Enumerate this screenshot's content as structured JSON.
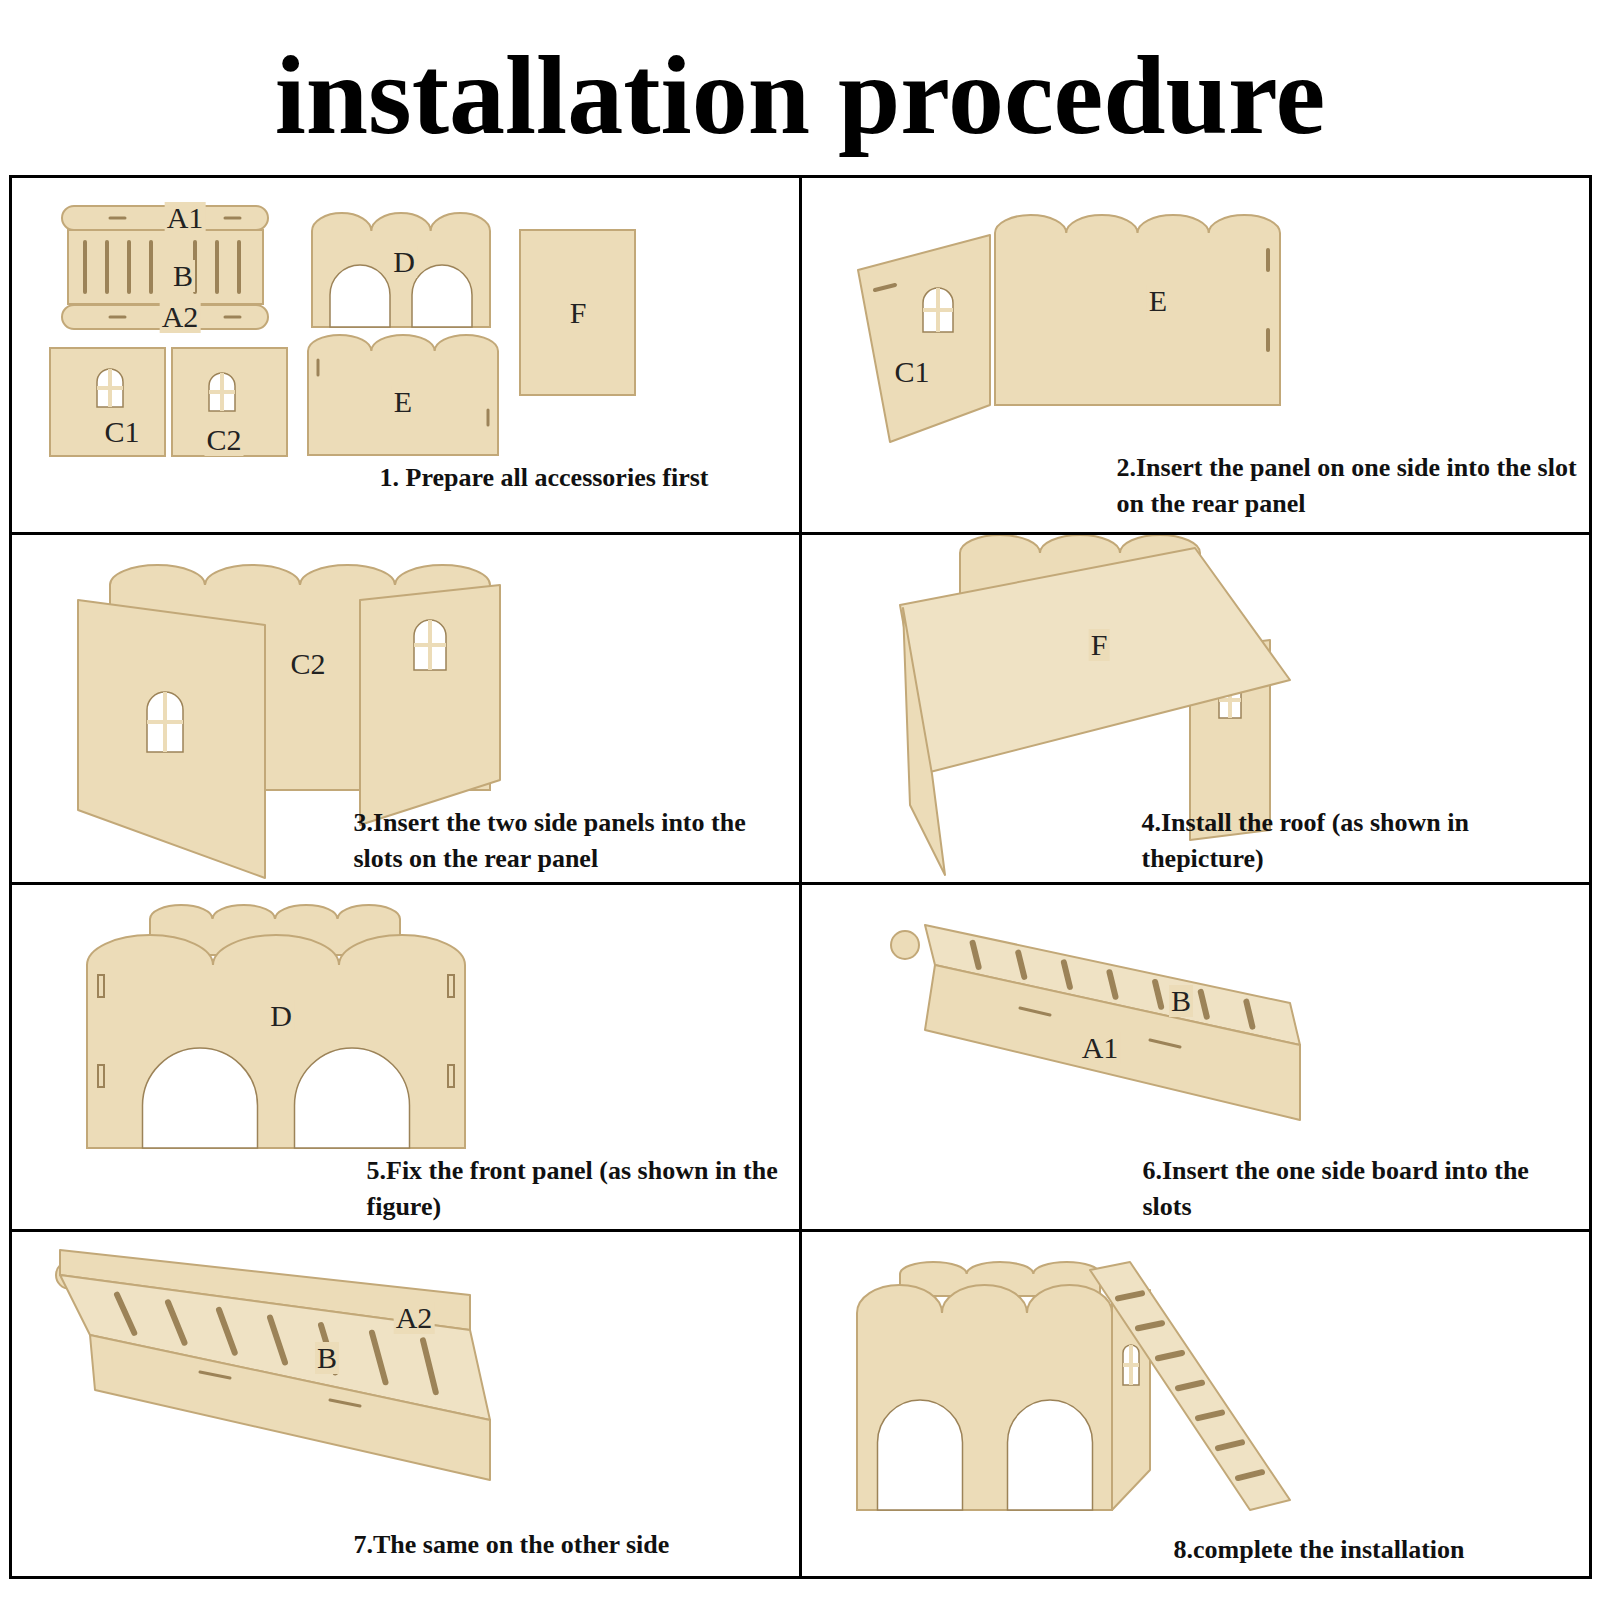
{
  "diagram": {
    "title": "installation procedure",
    "nodes": [
      {
        "text": [
          "1. Prepare all accessories first"
        ]
      },
      {
        "text": [
          "2.Insert the panel on one side into the slot on the rear panel"
        ]
      },
      {
        "text": [
          "3.Insert the two side panels into the slots on the rear panel"
        ]
      },
      {
        "text": [
          "4.Install the roof (as shown in thepicture)"
        ]
      },
      {
        "text": [
          "5.Fix the front panel (as shown in the figure)"
        ]
      },
      {
        "text": [
          "6.Insert the one side board into the slots"
        ]
      },
      {
        "text": [
          "7.The same on the other side"
        ]
      },
      {
        "text": [
          "8.complete the installation"
        ]
      }
    ],
    "labels": [
      "A1",
      "B",
      "A2",
      "C1",
      "C2",
      "D",
      "E",
      "F",
      "C1",
      "E",
      "C2",
      "F",
      "D",
      "B",
      "A1",
      "A2",
      "B"
    ]
  }
}
